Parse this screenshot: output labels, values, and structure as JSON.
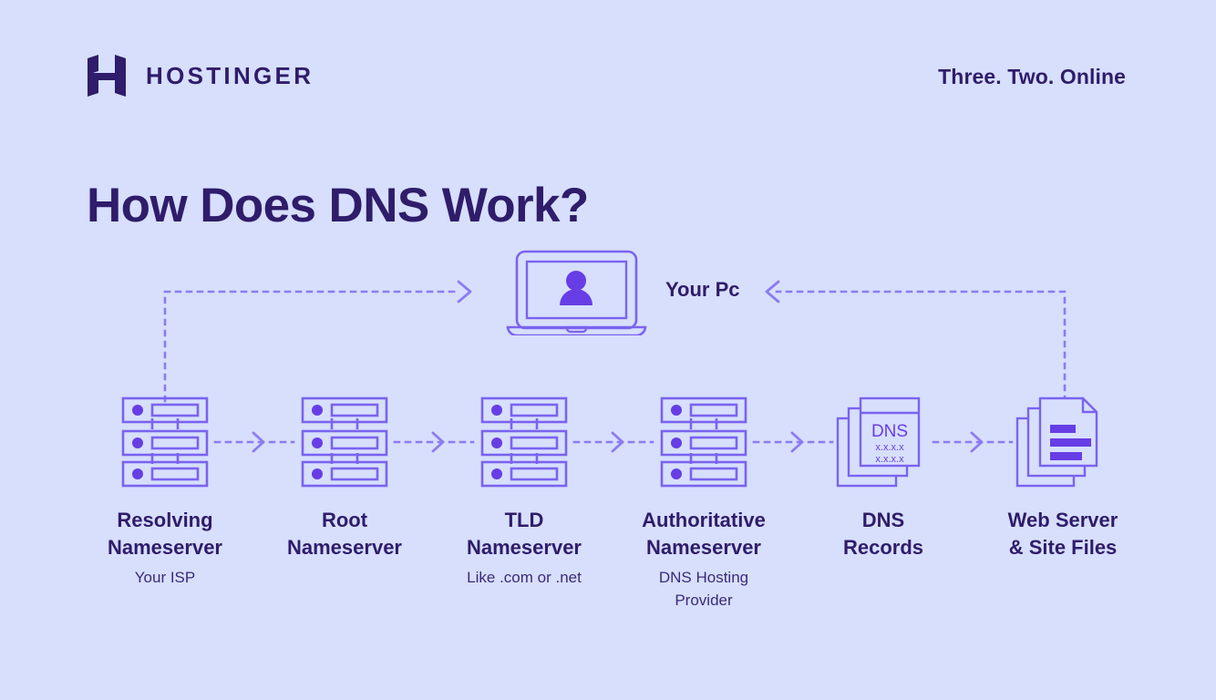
{
  "header": {
    "brand_name": "HOSTINGER",
    "brand_mark_icon": "hostinger-h-logo",
    "tagline": "Three. Two. Online"
  },
  "title": "How Does DNS Work?",
  "colors": {
    "background": "#d7dffd",
    "dark_purple": "#2f1c6a",
    "accent_purple": "#673de6",
    "line_purple": "#8c7bf0"
  },
  "diagram": {
    "type": "flow",
    "client": {
      "label": "Your Pc",
      "icon": "laptop-user-icon"
    },
    "nodes": [
      {
        "id": "resolving",
        "icon": "server-icon",
        "title": "Resolving\nNameserver",
        "subtitle": "Your ISP"
      },
      {
        "id": "root",
        "icon": "server-icon",
        "title": "Root\nNameserver",
        "subtitle": ""
      },
      {
        "id": "tld",
        "icon": "server-icon",
        "title": "TLD\nNameserver",
        "subtitle": "Like .com or .net"
      },
      {
        "id": "authoritative",
        "icon": "server-icon",
        "title": "Authoritative\nNameserver",
        "subtitle": "DNS Hosting\nProvider"
      },
      {
        "id": "dns-records",
        "icon": "dns-records-icon",
        "title": "DNS\nRecords",
        "subtitle": ""
      },
      {
        "id": "web-server",
        "icon": "web-files-icon",
        "title": "Web Server\n& Site Files",
        "subtitle": ""
      }
    ],
    "dns_card": {
      "heading": "DNS",
      "line1": "x.x.x.x",
      "line2": "x.x.x.x"
    },
    "connectors": [
      {
        "from": "resolving",
        "to": "root",
        "style": "dotted",
        "arrow": "chevron-right"
      },
      {
        "from": "root",
        "to": "tld",
        "style": "dotted",
        "arrow": "chevron-right"
      },
      {
        "from": "tld",
        "to": "authoritative",
        "style": "dotted",
        "arrow": "chevron-right"
      },
      {
        "from": "authoritative",
        "to": "dns-records",
        "style": "dotted",
        "arrow": "chevron-right"
      },
      {
        "from": "dns-records",
        "to": "web-server",
        "style": "dotted",
        "arrow": "chevron-right"
      },
      {
        "from": "resolving",
        "to": "client",
        "style": "dotted",
        "arrow": "chevron-left"
      },
      {
        "from": "web-server",
        "to": "client",
        "style": "dotted",
        "arrow": "chevron-left"
      }
    ]
  }
}
